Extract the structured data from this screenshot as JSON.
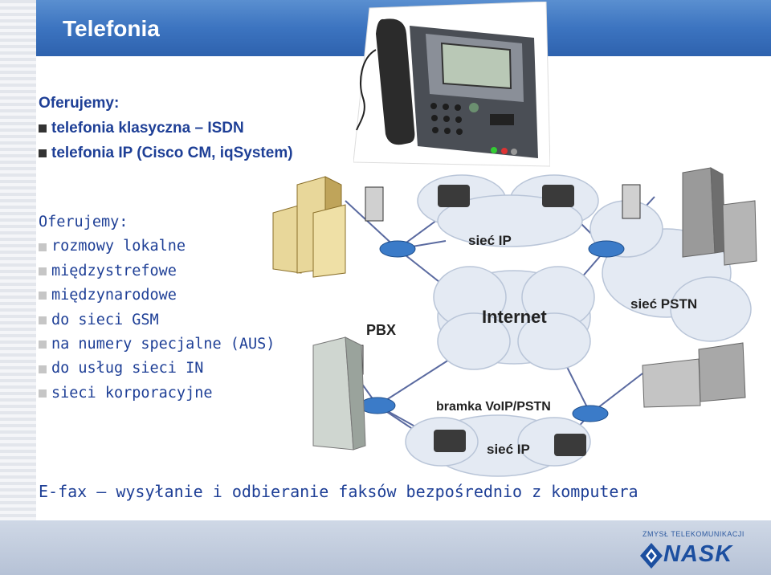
{
  "title": "Telefonia",
  "block1": {
    "heading": "Oferujemy:",
    "items": [
      "telefonia klasyczna – ISDN",
      "telefonia IP (Cisco CM, iqSystem)"
    ]
  },
  "block2": {
    "heading": "Oferujemy:",
    "items": [
      "rozmowy lokalne",
      "międzystrefowe",
      "międzynarodowe",
      "do sieci GSM",
      "na numery specjalne (AUS)",
      "do usług sieci IN",
      "sieci korporacyjne"
    ]
  },
  "diagram": {
    "internet": "Internet",
    "ip_top": "sieć IP",
    "ip_bottom": "sieć IP",
    "pstn": "sieć PSTN",
    "pbx": "PBX",
    "gateway": "bramka VoIP/PSTN"
  },
  "efax": "E-fax – wysyłanie i odbieranie faksów bezpośrednio z komputera",
  "footer": {
    "tagline": "ZMYSŁ TELEKOMUNIKACJI",
    "logo": "NASK"
  }
}
